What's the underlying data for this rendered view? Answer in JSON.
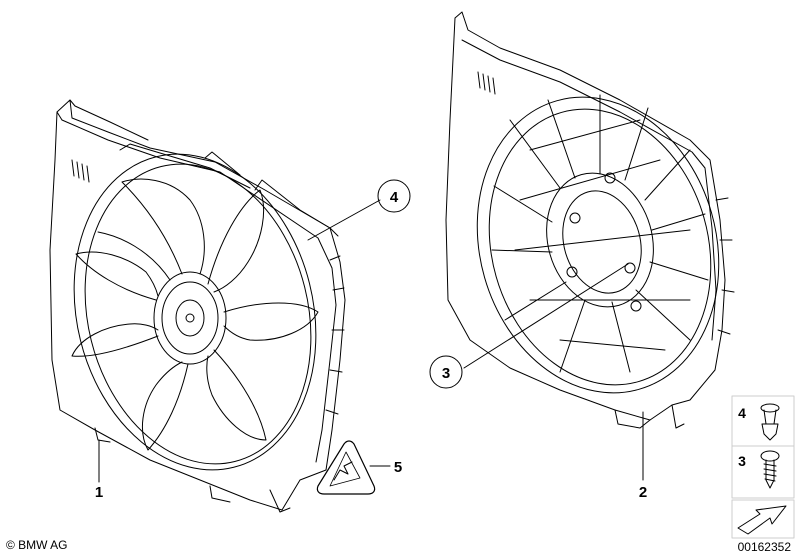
{
  "callouts": {
    "part1": "1",
    "part2": "2",
    "part3": "3",
    "part4": "4",
    "part5": "5"
  },
  "legend": {
    "item4": "4",
    "item3": "3"
  },
  "footer": {
    "copyright": "© BMW AG",
    "doc_number": "00162352"
  }
}
